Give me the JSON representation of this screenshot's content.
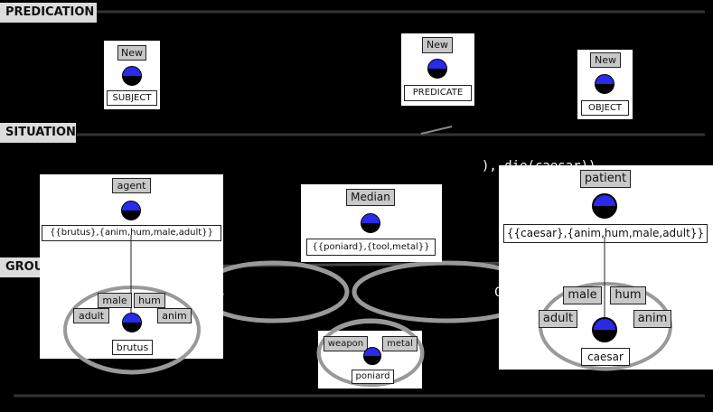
{
  "bands": {
    "predication": "PREDICATION",
    "situation": "SITUATION",
    "ground": "GROUND"
  },
  "predication": {
    "subject": {
      "tag": "New",
      "label": "SUBJECT"
    },
    "predicate": {
      "tag": "New",
      "label": "PREDICATE"
    },
    "object": {
      "tag": "New",
      "label": "OBJECT"
    }
  },
  "situation": {
    "agent": {
      "role": "agent",
      "features": "{{brutus},{anim,hum,male,adult}}"
    },
    "median": {
      "role": "Median",
      "features": "{{poniard},{tool,metal}}"
    },
    "patient": {
      "role": "patient",
      "features": "{{caesar},{anim,hum,male,adult}}"
    },
    "formula_fragment": "), die(caesar))"
  },
  "ground": {
    "brutus": {
      "name": "brutus",
      "attrs": [
        "male",
        "hum",
        "adult",
        "anim"
      ]
    },
    "poniard": {
      "name": "poniard",
      "attrs": [
        "weapon",
        "metal"
      ]
    },
    "caesar": {
      "name": "caesar",
      "attrs": [
        "male",
        "hum",
        "adult",
        "anim"
      ]
    },
    "fragment_left": "us",
    "fragment_right": "Caesar)"
  },
  "colors": {
    "node_top": "#2a2ae8",
    "tag_bg": "#c8c8c8",
    "band_bg": "#dcdcdc"
  }
}
